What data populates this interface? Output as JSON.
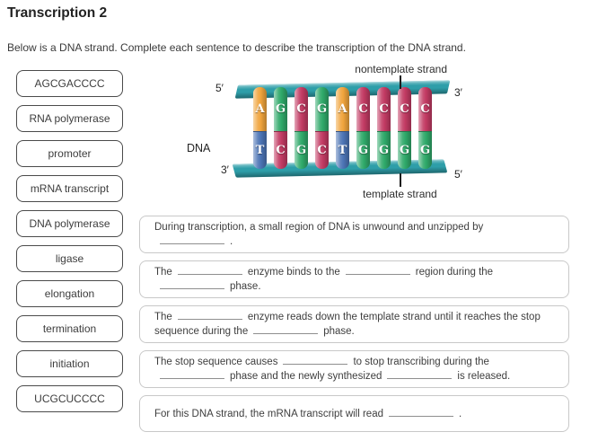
{
  "page": {
    "title": "Transcription 2",
    "instruction": "Below is a DNA strand. Complete each sentence to describe the transcription of the DNA strand."
  },
  "word_bank": {
    "items": [
      "AGCGACCCC",
      "RNA polymerase",
      "promoter",
      "mRNA transcript",
      "DNA polymerase",
      "ligase",
      "elongation",
      "termination",
      "initiation",
      "UCGCUCCCC"
    ]
  },
  "diagram": {
    "label": "DNA",
    "nontemplate_label": "nontemplate strand",
    "template_label": "template strand",
    "ends": {
      "top_left": "5′",
      "top_right": "3′",
      "bottom_left": "3′",
      "bottom_right": "5′"
    },
    "base_pairs": [
      {
        "top": "A",
        "bottom": "T"
      },
      {
        "top": "G",
        "bottom": "C"
      },
      {
        "top": "C",
        "bottom": "G"
      },
      {
        "top": "G",
        "bottom": "C"
      },
      {
        "top": "A",
        "bottom": "T"
      },
      {
        "top": "C",
        "bottom": "G"
      },
      {
        "top": "C",
        "bottom": "G"
      },
      {
        "top": "C",
        "bottom": "G"
      },
      {
        "top": "C",
        "bottom": "G"
      }
    ],
    "base_colors": {
      "A": "#F0A43C",
      "T": "#4C74B5",
      "G": "#2FA96A",
      "C": "#C23A63"
    },
    "rail_color": "#2E9EA9"
  },
  "sentences": [
    {
      "tokens": [
        {
          "t": "During transcription, a small region of DNA is unwound and unzipped by"
        },
        {
          "br": true
        },
        {
          "blank": true
        },
        {
          "t": "."
        }
      ]
    },
    {
      "tokens": [
        {
          "t": "The"
        },
        {
          "blank": true
        },
        {
          "t": "enzyme binds to the"
        },
        {
          "blank": true
        },
        {
          "t": "region during the"
        },
        {
          "br": true
        },
        {
          "blank": true
        },
        {
          "t": "phase."
        }
      ]
    },
    {
      "tokens": [
        {
          "t": "The"
        },
        {
          "blank": true
        },
        {
          "t": "enzyme reads down the template strand until it reaches the stop"
        },
        {
          "br": true
        },
        {
          "t": "sequence during the"
        },
        {
          "blank": true
        },
        {
          "t": "phase."
        }
      ]
    },
    {
      "tokens": [
        {
          "t": "The stop sequence causes"
        },
        {
          "blank": true
        },
        {
          "t": "to stop transcribing during the"
        },
        {
          "br": true
        },
        {
          "blank": true
        },
        {
          "t": "phase and the newly synthesized"
        },
        {
          "blank": true
        },
        {
          "t": "is released."
        }
      ]
    },
    {
      "tokens": [
        {
          "t": "For this DNA strand, the mRNA transcript will read"
        },
        {
          "blank": true
        },
        {
          "t": "."
        }
      ]
    }
  ]
}
